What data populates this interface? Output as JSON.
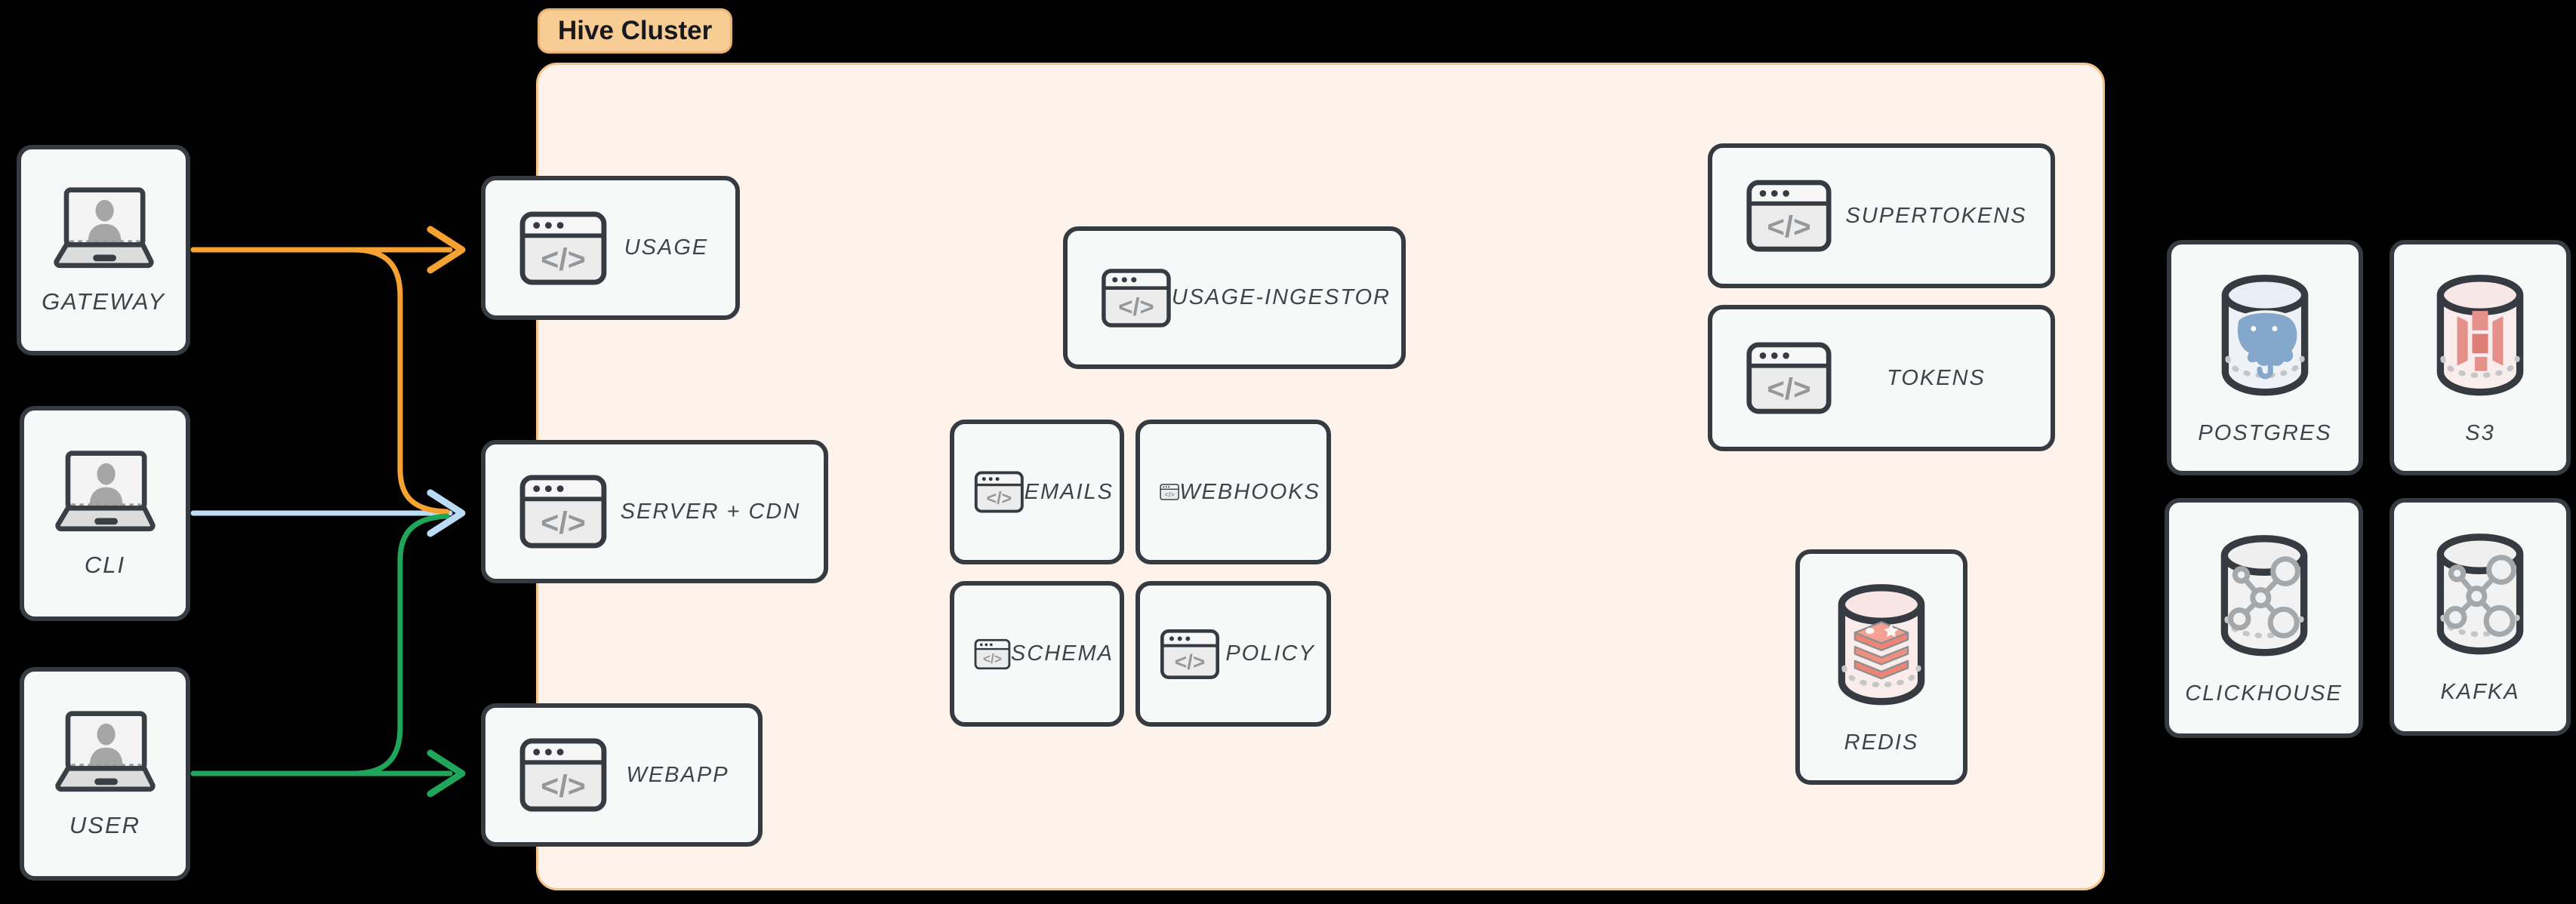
{
  "title_badge": {
    "label": "Hive Cluster",
    "bg": "#f8cc95",
    "border": "#e9b173",
    "text_color": "#17191c"
  },
  "cluster": {
    "bg": "#fdf3eb",
    "border": "#f5c28c"
  },
  "canvas": {
    "bg": "#000000"
  },
  "box_style": {
    "bg": "#f7f8f8",
    "border": "#363b41",
    "label_color": "#3e444a"
  },
  "actors": {
    "gateway": {
      "label": "GATEWAY",
      "icon": "laptop-user-icon"
    },
    "cli": {
      "label": "CLI",
      "icon": "laptop-user-icon"
    },
    "user": {
      "label": "USER",
      "icon": "laptop-user-icon"
    }
  },
  "services": {
    "usage": {
      "label": "USAGE",
      "icon": "code-window-icon"
    },
    "server_cdn": {
      "label": "SERVER + CDN",
      "icon": "code-window-icon"
    },
    "webapp": {
      "label": "WEBAPP",
      "icon": "code-window-icon"
    },
    "usage_ingestor": {
      "label": "USAGE-INGESTOR",
      "icon": "code-window-icon"
    },
    "emails": {
      "label": "EMAILS",
      "icon": "code-window-icon"
    },
    "webhooks": {
      "label": "WEBHOOKS",
      "icon": "code-window-icon"
    },
    "schema": {
      "label": "SCHEMA",
      "icon": "code-window-icon"
    },
    "policy": {
      "label": "POLICY",
      "icon": "code-window-icon"
    },
    "supertokens": {
      "label": "SUPERTOKENS",
      "icon": "code-window-icon"
    },
    "tokens": {
      "label": "TOKENS",
      "icon": "code-window-icon"
    }
  },
  "datastores": {
    "redis": {
      "label": "REDIS",
      "icon": "database-redis-icon"
    },
    "postgres": {
      "label": "POSTGRES",
      "icon": "database-postgres-icon"
    },
    "s3": {
      "label": "S3",
      "icon": "database-s3-icon"
    },
    "clickhouse": {
      "label": "CLICKHOUSE",
      "icon": "database-molecule-icon"
    },
    "kafka": {
      "label": "KAFKA",
      "icon": "database-molecule-icon"
    }
  },
  "edges": [
    {
      "from": "GATEWAY",
      "to": "USAGE",
      "color": "#f6a233"
    },
    {
      "from": "GATEWAY",
      "to": "SERVER + CDN",
      "color": "#f6a233"
    },
    {
      "from": "CLI",
      "to": "SERVER + CDN",
      "color": "#bcdcf5"
    },
    {
      "from": "USER",
      "to": "SERVER + CDN",
      "color": "#1fa65a"
    },
    {
      "from": "USER",
      "to": "WEBAPP",
      "color": "#1fa65a"
    }
  ]
}
